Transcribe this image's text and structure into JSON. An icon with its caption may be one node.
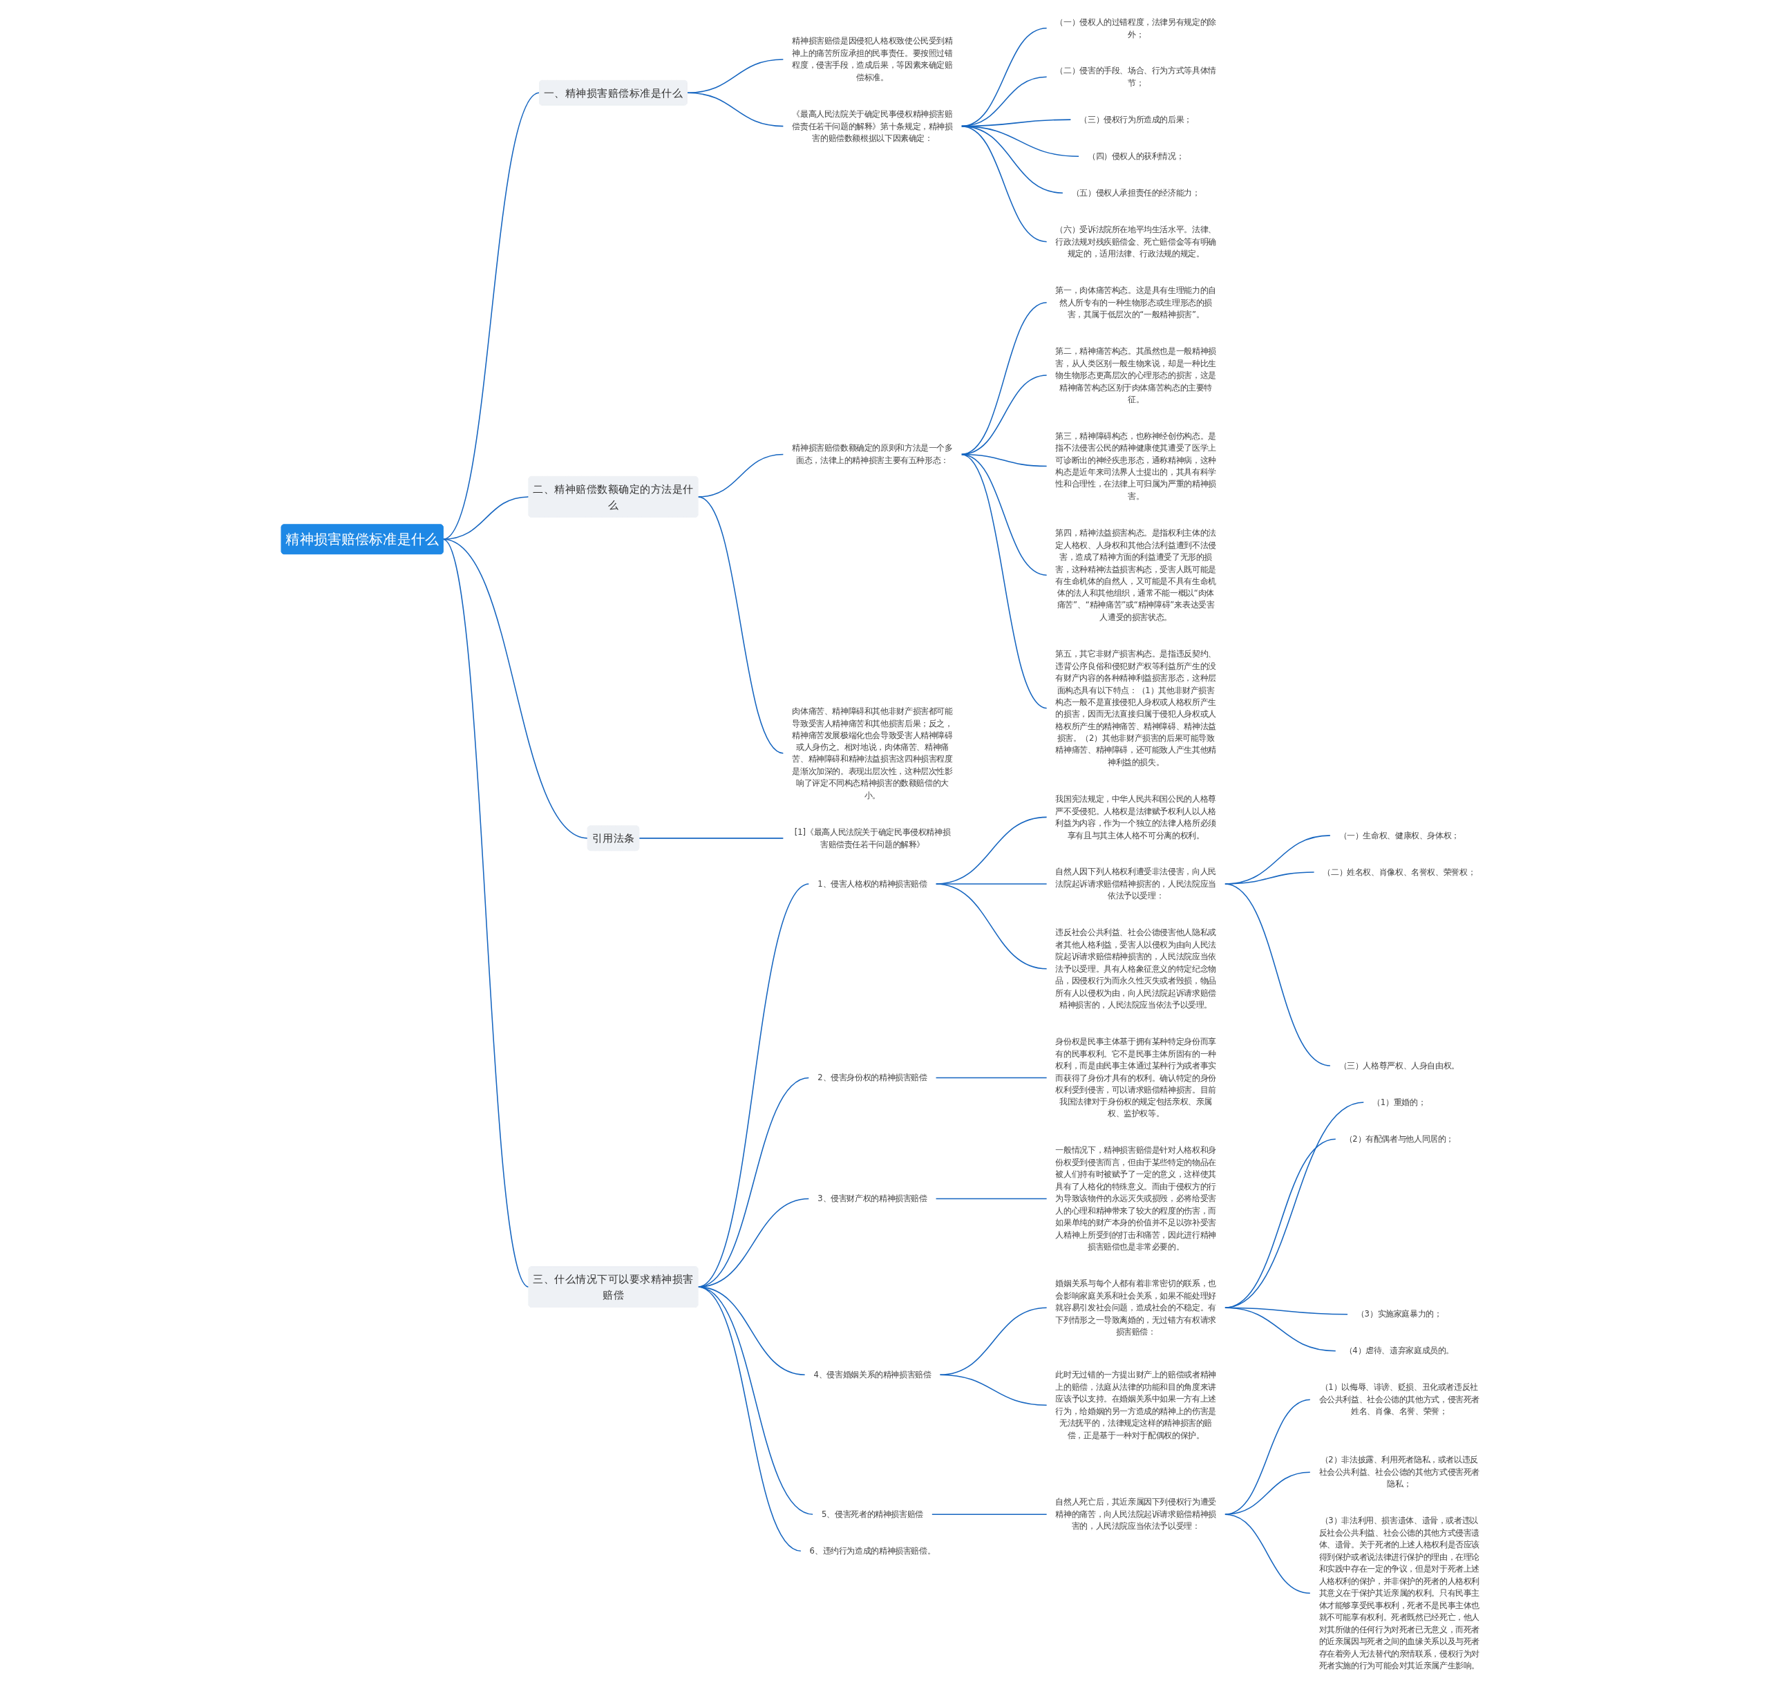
{
  "diagram": {
    "nodes": [
      {
        "text": [
          "精神损害赔偿标准是什么"
        ]
      },
      {
        "text": [
          "一、精神损害赔偿标准是什么"
        ]
      },
      {
        "text": [
          "精神损害赔偿是因侵犯人格权致使公民受到精神上的痛苦所应承担的民事责任。要按照过错程度，侵害手段，造成后果，等因素来确定赔偿标准。"
        ]
      },
      {
        "text": [
          "《最高人民法院关于确定民事侵权精神损害赔偿责任若干问题的解释》第十条规定，精神损害的赔偿数额根据以下因素确定："
        ]
      },
      {
        "text": [
          "（一）侵权人的过错程度，法律另有规定的除外；"
        ]
      },
      {
        "text": [
          "（二）侵害的手段、场合、行为方式等具体情节；"
        ]
      },
      {
        "text": [
          "（三）侵权行为所造成的后果；"
        ]
      },
      {
        "text": [
          "（四）侵权人的获利情况；"
        ]
      },
      {
        "text": [
          "（五）侵权人承担责任的经济能力；"
        ]
      },
      {
        "text": [
          "（六）受诉法院所在地平均生活水平。法律、行政法规对残疾赔偿金、死亡赔偿金等有明确规定的，适用法律、行政法规的规定。"
        ]
      },
      {
        "text": [
          "二、精神赔偿数额确定的方法是什么"
        ]
      },
      {
        "text": [
          "精神损害赔偿数额确定的原则和方法是一个多面态，法律上的精神损害主要有五种形态："
        ]
      },
      {
        "text": [
          "第一，肉体痛苦构态。这是具有生理能力的自然人所专有的一种生物形态或生理形态的损害，其属于低层次的“一般精神损害”。"
        ]
      },
      {
        "text": [
          "第二，精神痛苦构态。其虽然也是一般精神损害，从人类区别一般生物来说，却是一种比生物生物形态更高层次的心理形态的损害，这是精神痛苦构态区别于肉体痛苦构态的主要特征。"
        ]
      },
      {
        "text": [
          "第三，精神障碍构态，也称神经创伤构态。是指不法侵害公民的精神健康使其遭受了医学上可诊断出的神经疾患形态，通称精神病，这种构态是近年来司法界人士提出的，其具有科学性和合理性，在法律上可归属为严重的精神损害。"
        ]
      },
      {
        "text": [
          "第四，精神法益损害构态。是指权利主体的法定人格权、人身权和其他合法利益遭到不法侵害，造成了精神方面的利益遭受了无形的损害，这种精神法益损害构态，受害人既可能是有生命机体的自然人，又可能是不具有生命机体的法人和其他组织，通常不能一概以“肉体痛苦”、“精神痛苦”或“精神障碍”来表达受害人遭受的损害状态。"
        ]
      },
      {
        "text": [
          "第五，其它非财产损害构态。是指违反契约、违背公序良俗和侵犯财产权等利益所产生的没有财产内容的各种精神利益损害形态，这种层面构态具有以下特点：（1）其他非财产损害构态一般不是直接侵犯人身权或人格权所产生的损害，因而无法直接归属于侵犯人身权或人格权所产生的精神痛苦、精神障碍、精神法益损害。（2）其他非财产损害的后果可能导致精神痛苦、精神障碍，还可能致人产生其他精神利益的损失。"
        ]
      },
      {
        "text": [
          "肉体痛苦、精神障碍和其他非财产损害都可能导致受害人精神痛苦和其他损害后果；反之，精神痛苦发展极端化也会导致受害人精神障碍或人身伤之。相对地说，肉体痛苦、精神痛苦、精神障碍和精神法益损害这四种损害程度是渐次加深的。表现出层次性，这种层次性影响了评定不同构态精神损害的数额赔偿的大小。"
        ]
      },
      {
        "text": [
          "引用法条"
        ]
      },
      {
        "text": [
          "[1]《最高人民法院关于确定民事侵权精神损害赔偿责任若干问题的解释》"
        ]
      },
      {
        "text": [
          "三、什么情况下可以要求精神损害赔偿"
        ]
      },
      {
        "text": [
          "1、侵害人格权的精神损害赔偿"
        ]
      },
      {
        "text": [
          "我国宪法规定，中华人民共和国公民的人格尊严不受侵犯。人格权是法律赋予权利人以人格利益为内容，作为一个独立的法律人格所必须享有且与其主体人格不可分离的权利。"
        ]
      },
      {
        "text": [
          "自然人因下列人格权利遭受非法侵害，向人民法院起诉请求赔偿精神损害的，人民法院应当依法予以受理："
        ]
      },
      {
        "text": [
          "（一）生命权、健康权、身体权；"
        ]
      },
      {
        "text": [
          "（二）姓名权、肖像权、名誉权、荣誉权；"
        ]
      },
      {
        "text": [
          "（三）人格尊严权、人身自由权。"
        ]
      },
      {
        "text": [
          "违反社会公共利益、社会公德侵害他人隐私或者其他人格利益，受害人以侵权为由向人民法院起诉请求赔偿精神损害的，人民法院应当依法予以受理。具有人格象征意义的特定纪念物品，因侵权行为而永久性灭失或者毁损，物品所有人以侵权为由，向人民法院起诉请求赔偿精神损害的，人民法院应当依法予以受理。"
        ]
      },
      {
        "text": [
          "2、侵害身份权的精神损害赔偿"
        ]
      },
      {
        "text": [
          "身份权是民事主体基于拥有某种特定身份而享有的民事权利。它不是民事主体所固有的一种权利，而是由民事主体通过某种行为或者事实而获得了身份才具有的权利。确认特定的身份权利受到侵害，可以请求赔偿精神损害。目前我国法律对于身份权的规定包括亲权、亲属权、监护权等。"
        ]
      },
      {
        "text": [
          "3、侵害财产权的精神损害赔偿"
        ]
      },
      {
        "text": [
          "一般情况下，精神损害赔偿是针对人格权和身份权受到侵害而言，但由于某些特定的物品在被人们持有时被赋予了一定的意义，这样使其具有了人格化的特殊意义。而由于侵权方的行为导致该物件的永远灭失或损毁，必将给受害人的心理和精神带来了较大的程度的伤害，而如果单纯的财产本身的价值并不足以弥补受害人精神上所受到的打击和痛苦，因此进行精神损害赔偿也是非常必要的。"
        ]
      },
      {
        "text": [
          "4、侵害婚姻关系的精神损害赔偿"
        ]
      },
      {
        "text": [
          "婚姻关系与每个人都有着非常密切的联系，也会影响家庭关系和社会关系，如果不能处理好就容易引发社会问题，造成社会的不稳定。有下列情形之一导致离婚的，无过错方有权请求损害赔偿："
        ]
      },
      {
        "text": [
          "（1）重婚的；"
        ]
      },
      {
        "text": [
          "（2）有配偶者与他人同居的；"
        ]
      },
      {
        "text": [
          "（3）实施家庭暴力的；"
        ]
      },
      {
        "text": [
          "（4）虐待、遗弃家庭成员的。"
        ]
      },
      {
        "text": [
          "此时无过错的一方提出财产上的赔偿或者精神上的赔偿，法庭从法律的功能和目的角度来讲应该予以支持。在婚姻关系中如果一方有上述行为，给婚姻的另一方造成的精神上的伤害是无法抚平的，法律规定这样的精神损害的赔偿，正是基于一种对于配偶权的保护。"
        ]
      },
      {
        "text": [
          "5、侵害死者的精神损害赔偿"
        ]
      },
      {
        "text": [
          "自然人死亡后，其近亲属因下列侵权行为遭受精神的痛苦，向人民法院起诉请求赔偿精神损害的，人民法院应当依法予以受理："
        ]
      },
      {
        "text": [
          "（1）以侮辱、诽谤、贬损、丑化或者违反社会公共利益、社会公德的其他方式，侵害死者姓名、肖像、名誉、荣誉；"
        ]
      },
      {
        "text": [
          "（2）非法披露、利用死者隐私，或者以违反社会公共利益、社会公德的其他方式侵害死者隐私；"
        ]
      },
      {
        "text": [
          "（3）非法利用、损害遗体、遗骨，或者违以反社会公共利益、社会公德的其他方式侵害遗体、遗骨。关于死者的上述人格权利是否应该得到保护或者说法律进行保护的理由，在理论和实践中存在一定的争议，但是对于死者上述人格权利的保护，并非保护的死者的人格权利其意义在于保护其近亲属的权利。只有民事主体才能够享受民事权利，死者不是民事主体也就不可能享有权利。死者既然已经死亡，他人对其所做的任何行为对死者已无意义，而死者的近亲属因与死者之间的血缘关系以及与死者存在着旁人无法替代的亲情联系，侵权行为对死者实施的行为可能会对其近亲属产生影响。"
        ]
      },
      {
        "text": [
          "6、违约行为造成的精神损害赔偿。"
        ]
      }
    ],
    "edges": [
      {
        "from": 0,
        "to": 1,
        "arrow": "none"
      },
      {
        "from": 1,
        "to": 2,
        "arrow": "none"
      },
      {
        "from": 1,
        "to": 3,
        "arrow": "none"
      },
      {
        "from": 3,
        "to": 4,
        "arrow": "none"
      },
      {
        "from": 3,
        "to": 5,
        "arrow": "none"
      },
      {
        "from": 3,
        "to": 6,
        "arrow": "none"
      },
      {
        "from": 3,
        "to": 7,
        "arrow": "none"
      },
      {
        "from": 3,
        "to": 8,
        "arrow": "none"
      },
      {
        "from": 3,
        "to": 9,
        "arrow": "none"
      },
      {
        "from": 0,
        "to": 10,
        "arrow": "none"
      },
      {
        "from": 10,
        "to": 11,
        "arrow": "none"
      },
      {
        "from": 11,
        "to": 12,
        "arrow": "none"
      },
      {
        "from": 11,
        "to": 13,
        "arrow": "none"
      },
      {
        "from": 11,
        "to": 14,
        "arrow": "none"
      },
      {
        "from": 11,
        "to": 15,
        "arrow": "none"
      },
      {
        "from": 11,
        "to": 16,
        "arrow": "none"
      },
      {
        "from": 10,
        "to": 17,
        "arrow": "none"
      },
      {
        "from": 0,
        "to": 18,
        "arrow": "none"
      },
      {
        "from": 18,
        "to": 19,
        "arrow": "none"
      },
      {
        "from": 0,
        "to": 20,
        "arrow": "none"
      },
      {
        "from": 20,
        "to": 21,
        "arrow": "none"
      },
      {
        "from": 21,
        "to": 22,
        "arrow": "none"
      },
      {
        "from": 21,
        "to": 23,
        "arrow": "none"
      },
      {
        "from": 23,
        "to": 24,
        "arrow": "none"
      },
      {
        "from": 23,
        "to": 25,
        "arrow": "none"
      },
      {
        "from": 23,
        "to": 26,
        "arrow": "none"
      },
      {
        "from": 21,
        "to": 27,
        "arrow": "none"
      },
      {
        "from": 20,
        "to": 28,
        "arrow": "none"
      },
      {
        "from": 28,
        "to": 29,
        "arrow": "none"
      },
      {
        "from": 20,
        "to": 30,
        "arrow": "none"
      },
      {
        "from": 30,
        "to": 31,
        "arrow": "none"
      },
      {
        "from": 20,
        "to": 32,
        "arrow": "none"
      },
      {
        "from": 32,
        "to": 33,
        "arrow": "none"
      },
      {
        "from": 33,
        "to": 34,
        "arrow": "none"
      },
      {
        "from": 33,
        "to": 35,
        "arrow": "none"
      },
      {
        "from": 33,
        "to": 36,
        "arrow": "none"
      },
      {
        "from": 33,
        "to": 37,
        "arrow": "none"
      },
      {
        "from": 32,
        "to": 38,
        "arrow": "none"
      },
      {
        "from": 20,
        "to": 39,
        "arrow": "none"
      },
      {
        "from": 39,
        "to": 40,
        "arrow": "none"
      },
      {
        "from": 40,
        "to": 41,
        "arrow": "none"
      },
      {
        "from": 40,
        "to": 42,
        "arrow": "none"
      },
      {
        "from": 40,
        "to": 43,
        "arrow": "none"
      },
      {
        "from": 20,
        "to": 44,
        "arrow": "none"
      }
    ]
  }
}
